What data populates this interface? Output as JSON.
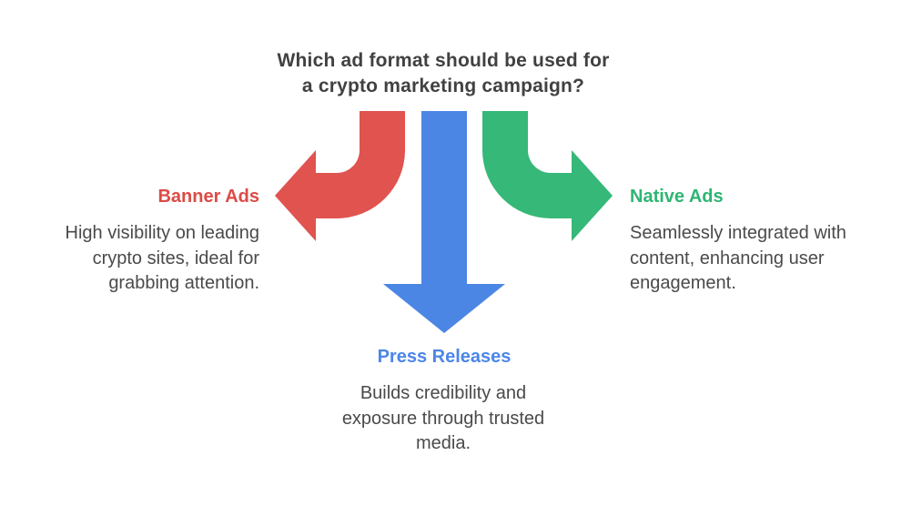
{
  "title": {
    "lines": [
      "Which ad format should be used for",
      "a crypto marketing campaign?"
    ]
  },
  "branches": [
    {
      "label": "Banner Ads",
      "direction": "left",
      "label_color": "#DC4B46",
      "arrow_color": "#E0534F",
      "desc_lines": [
        "High visibility on leading",
        "crypto sites, ideal for",
        "grabbing attention."
      ]
    },
    {
      "label": "Press Releases",
      "direction": "down",
      "label_color": "#4C86E8",
      "arrow_color": "#4C86E4",
      "desc_lines": [
        "Builds credibility and",
        "exposure through trusted",
        "media."
      ]
    },
    {
      "label": "Native Ads",
      "direction": "right",
      "label_color": "#2FB573",
      "arrow_color": "#36B878",
      "desc_lines": [
        "Seamlessly integrated with",
        "content, enhancing user",
        "engagement."
      ]
    }
  ],
  "colors": {
    "background": "#FFFFFF",
    "title_text": "#414141",
    "body_text": "#4A4A4A"
  }
}
